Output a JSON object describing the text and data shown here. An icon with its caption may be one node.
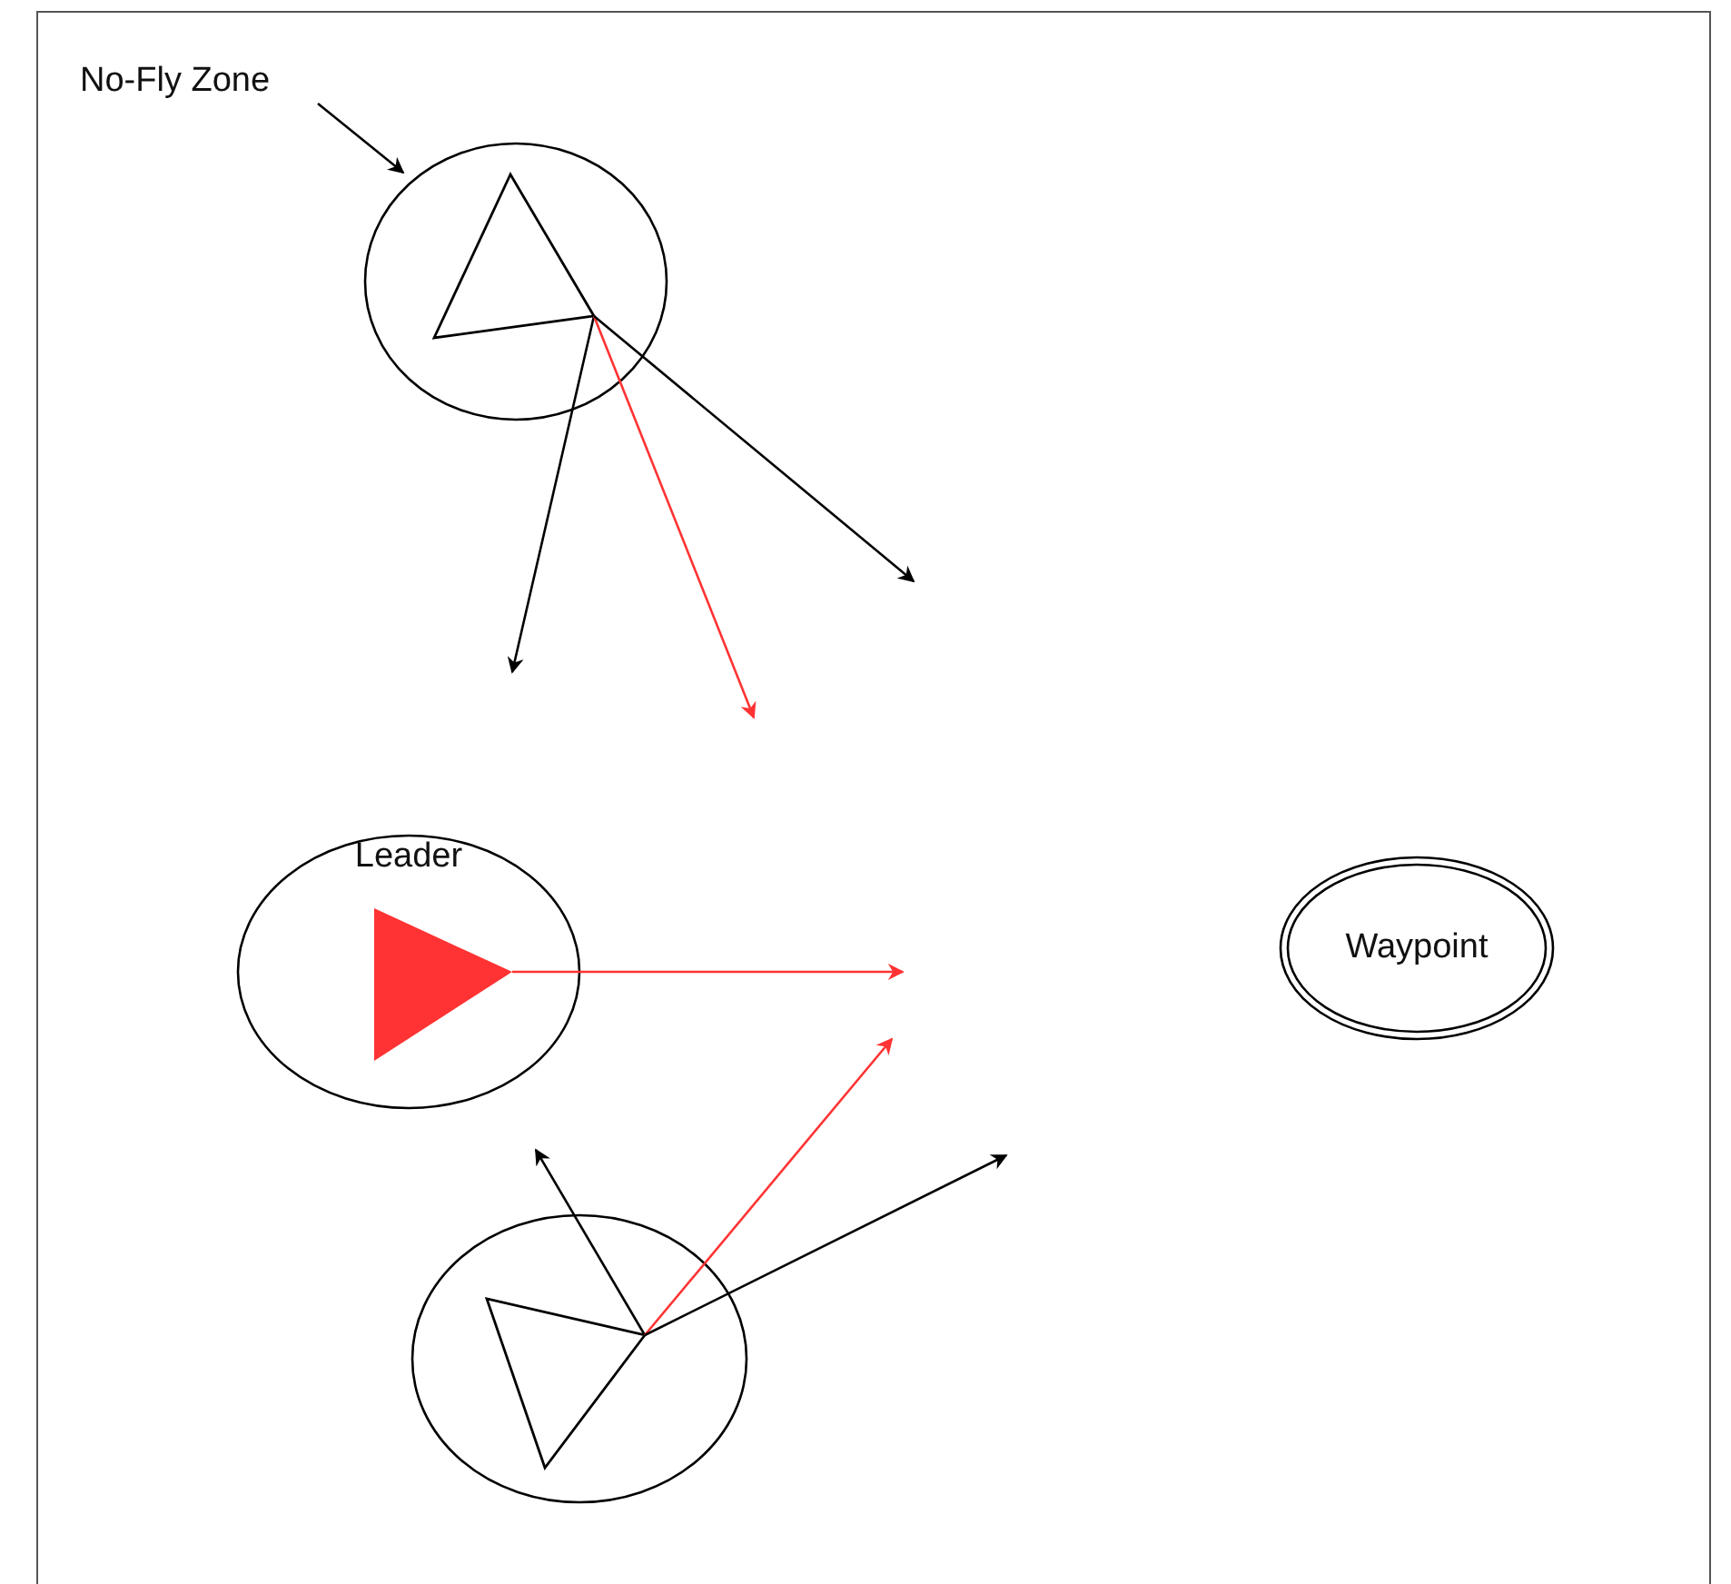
{
  "diagram": {
    "nodes": [
      {
        "text": [
          "No-Fly Zone"
        ]
      },
      {
        "text": [],
        "shape": "circle"
      },
      {
        "text": [],
        "shape": "triangle",
        "in": 1
      },
      {
        "text": [
          "Leader"
        ]
      },
      {
        "text": [],
        "shape": "triangle",
        "in": 3
      },
      {
        "text": [],
        "shape": "circle"
      },
      {
        "text": [],
        "shape": "triangle",
        "in": 5
      },
      {
        "text": [
          "Waypoint"
        ]
      }
    ],
    "edges": [
      {
        "from": 0,
        "to": 1,
        "arrow": "to"
      },
      {
        "from": 2,
        "to": null,
        "arrow": "to"
      },
      {
        "from": 2,
        "to": null,
        "arrow": "to",
        "color": "#ff3333"
      },
      {
        "from": 2,
        "to": null,
        "arrow": "to"
      },
      {
        "from": 4,
        "to": null,
        "arrow": "to",
        "color": "#ff3333"
      },
      {
        "from": 6,
        "to": null,
        "arrow": "to"
      },
      {
        "from": 6,
        "to": null,
        "arrow": "to",
        "color": "#ff3333"
      },
      {
        "from": 6,
        "to": null,
        "arrow": "to"
      }
    ]
  }
}
